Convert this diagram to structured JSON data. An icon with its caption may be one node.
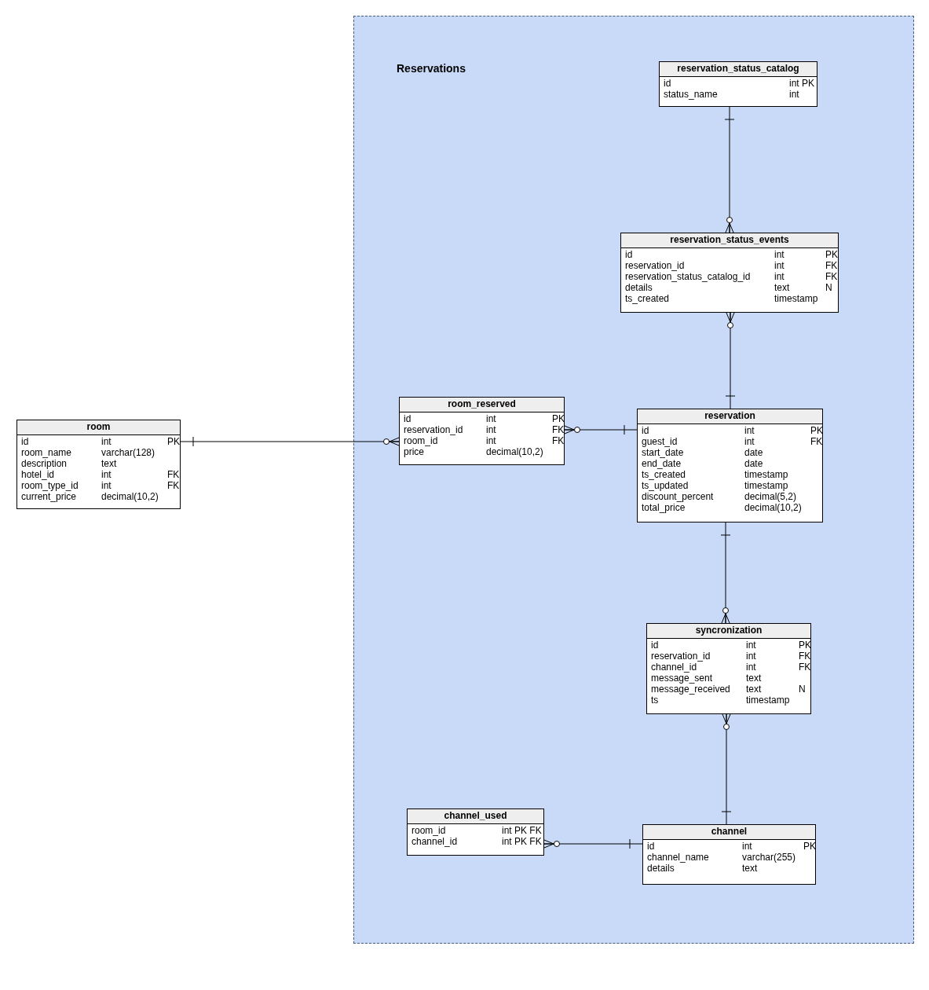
{
  "diagram": {
    "nodes": [
      {
        "text": [
          "Reservations"
        ]
      },
      {
        "text": [
          "reservation_status_catalog",
          "id",
          "int PK",
          "status_name",
          "int"
        ],
        "in": 0
      },
      {
        "text": [
          "reservation_status_events",
          "id",
          "int",
          "PK",
          "reservation_id",
          "int",
          "FK",
          "reservation_status_catalog_id",
          "int",
          "FK",
          "details",
          "text",
          "N",
          "ts_created",
          "timestamp"
        ],
        "in": 0
      },
      {
        "text": [
          "room",
          "id",
          "int",
          "PK",
          "room_name",
          "varchar(128)",
          "description",
          "text",
          "hotel_id",
          "int",
          "FK",
          "room_type_id",
          "int",
          "FK",
          "current_price",
          "decimal(10,2)"
        ]
      },
      {
        "text": [
          "room_reserved",
          "id",
          "int",
          "PK",
          "reservation_id",
          "int",
          "FK",
          "room_id",
          "int",
          "FK",
          "price",
          "decimal(10,2)"
        ],
        "in": 0
      },
      {
        "text": [
          "reservation",
          "id",
          "int",
          "PK",
          "guest_id",
          "int",
          "FK",
          "start_date",
          "date",
          "end_date",
          "date",
          "ts_created",
          "timestamp",
          "ts_updated",
          "timestamp",
          "discount_percent",
          "decimal(5,2)",
          "total_price",
          "decimal(10,2)"
        ],
        "in": 0
      },
      {
        "text": [
          "syncronization",
          "id",
          "int",
          "PK",
          "reservation_id",
          "int",
          "FK",
          "channel_id",
          "int",
          "FK",
          "message_sent",
          "text",
          "message_received",
          "text",
          "N",
          "ts",
          "timestamp"
        ],
        "in": 0
      },
      {
        "text": [
          "channel_used",
          "room_id",
          "int PK FK",
          "channel_id",
          "int PK FK"
        ],
        "in": 0
      },
      {
        "text": [
          "channel",
          "id",
          "int",
          "PK",
          "channel_name",
          "varchar(255)",
          "details",
          "text"
        ],
        "in": 0
      }
    ],
    "edges": [
      {
        "from": 1,
        "to": 2,
        "arrow": "other"
      },
      {
        "from": 5,
        "to": 2,
        "arrow": "other"
      },
      {
        "from": 3,
        "to": 4,
        "arrow": "other"
      },
      {
        "from": 5,
        "to": 4,
        "arrow": "other"
      },
      {
        "from": 5,
        "to": 6,
        "arrow": "other"
      },
      {
        "from": 8,
        "to": 6,
        "arrow": "other"
      },
      {
        "from": 8,
        "to": 7,
        "arrow": "other"
      }
    ]
  }
}
